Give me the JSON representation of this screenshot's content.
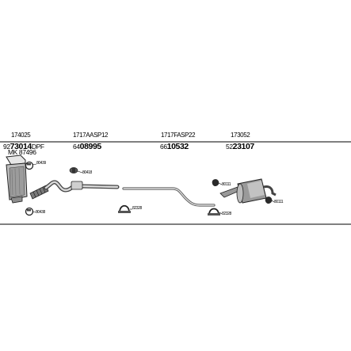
{
  "diagram": {
    "frame": {
      "line_color": "#000000"
    },
    "parts": [
      {
        "id": "p1",
        "part_no": "174025",
        "ref_prefix": "92",
        "ref_main": "73014",
        "ref_suffix": "DPF",
        "extra_code": "MK 87496"
      },
      {
        "id": "p2",
        "part_no": "1717AASP12",
        "ref_prefix": "64",
        "ref_main": "08995"
      },
      {
        "id": "p3",
        "part_no": "1717FASP22",
        "ref_prefix": "66",
        "ref_main": "10532"
      },
      {
        "id": "p4",
        "part_no": "173052",
        "ref_prefix": "52",
        "ref_main": "23107"
      }
    ],
    "callouts": {
      "dpf_top": "80439",
      "dpf_bottom": "80438",
      "front_hanger": "80418",
      "center_clamp": "82328",
      "rear_hanger_top": "80111",
      "rear_clamp": "82328",
      "rear_hanger_right": "80111"
    }
  }
}
